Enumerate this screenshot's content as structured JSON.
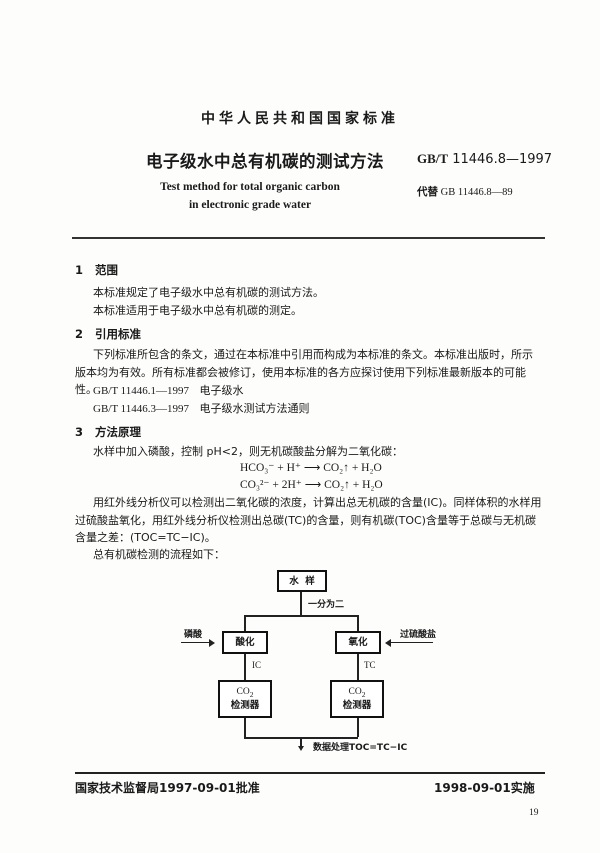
{
  "header": {
    "national_standard": "中华人民共和国国家标准",
    "title_cn": "电子级水中总有机碳的测试方法",
    "standard_prefix": "GB/T",
    "standard_number": "11446.8—1997",
    "title_en_line1": "Test method for total organic carbon",
    "title_en_line2": "in electronic grade water",
    "replaces_label": "代替",
    "replaces_number": "GB 11446.8—89"
  },
  "sections": [
    {
      "number": "1",
      "heading": "范围",
      "paragraphs": [
        "本标准规定了电子级水中总有机碳的测试方法。",
        "本标准适用于电子级水中总有机碳的测定。"
      ]
    },
    {
      "number": "2",
      "heading": "引用标准",
      "paragraphs": [
        "下列标准所包含的条文，通过在本标准中引用而构成为本标准的条文。本标准出版时，所示版本均为有效。所有标准都会被修订，使用本标准的各方应探讨使用下列标准最新版本的可能性。"
      ],
      "references": [
        {
          "code": "GB/T 11446.1—1997",
          "title": "电子级水"
        },
        {
          "code": "GB/T 11446.3—1997",
          "title": "电子级水测试方法通则"
        }
      ]
    },
    {
      "number": "3",
      "heading": "方法原理",
      "intro": "水样中加入磷酸，控制 pH<2，则无机碳酸盐分解为二氧化碳：",
      "equations": [
        "HCO₃⁻ + H⁺ ⟶ CO₂↑ + H₂O",
        "CO₃²⁻ + 2H⁺ ⟶ CO₂↑ + H₂O"
      ],
      "paragraph2": "用红外线分析仪可以检测出二氧化碳的浓度，计算出总无机碳的含量(IC)。同样体积的水样用过硫酸盐氧化，用红外线分析仪检测出总碳(TC)的含量，则有机碳(TOC)含量等于总碳与无机碳含量之差：(TOC=TC−IC)。",
      "flow_intro": "总有机碳检测的流程如下："
    }
  ],
  "flowchart": {
    "sample": "水  样",
    "split_label": "一分为二",
    "left_reagent": "磷酸",
    "right_reagent": "过硫酸盐",
    "acidify": "酸化",
    "oxidize": "氧化",
    "left_tag": "IC",
    "right_tag": "TC",
    "detector_line1": "CO",
    "detector_sub": "2",
    "detector_line2": "检测器",
    "result": "数据处理TOC=TC−IC"
  },
  "footer": {
    "approval": "国家技术监督局1997-09-01批准",
    "effective": "1998-09-01实施",
    "page_number": "19"
  }
}
